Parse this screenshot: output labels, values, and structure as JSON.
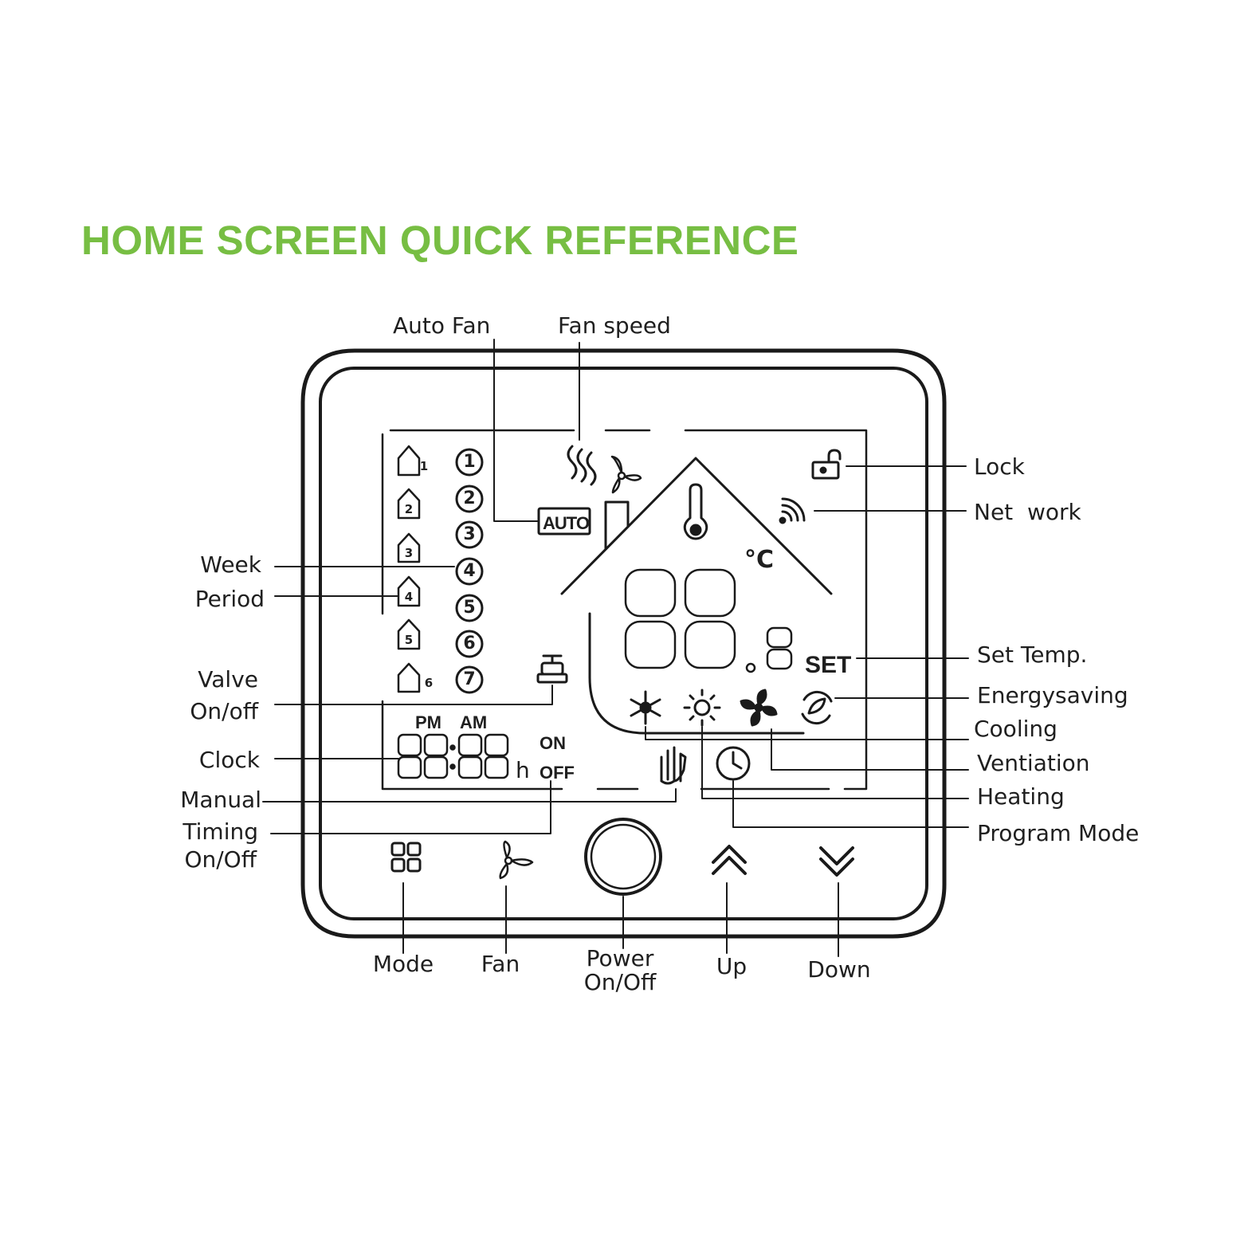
{
  "title": "HOME SCREEN QUICK REFERENCE",
  "colors": {
    "title": "#77be43",
    "ink": "#1a1a1a"
  },
  "labels": {
    "auto_fan": "Auto Fan",
    "fan_speed": "Fan speed",
    "lock": "Lock",
    "network": "Net  work",
    "week": "Week",
    "period": "Period",
    "valve": [
      "Valve",
      "On/off"
    ],
    "clock": "Clock",
    "manual": "Manual",
    "timing": [
      "Timing",
      "On/Off"
    ],
    "set_temp": "Set Temp.",
    "energysaving": "Energysaving",
    "cooling": "Cooling",
    "ventiation": "Ventiation",
    "heating": "Heating",
    "program_mode": "Program Mode",
    "mode": "Mode",
    "fan": "Fan",
    "power": [
      "Power",
      "On/Off"
    ],
    "up": "Up",
    "down": "Down"
  },
  "lcd": {
    "auto": "AUTO",
    "temp_digits": "88.8",
    "celsius": "°C",
    "set": "SET",
    "pm": "PM",
    "am": "AM",
    "clock_digits": "88:88",
    "hour_unit": "h",
    "on": "ON",
    "off": "OFF",
    "weekdays": [
      "1",
      "2",
      "3",
      "4",
      "5",
      "6",
      "7"
    ],
    "periods": [
      "1",
      "2",
      "3",
      "4",
      "5",
      "6"
    ]
  },
  "icons": {
    "lock": "padlock-icon",
    "network": "wifi-icon",
    "fan_speed": "heat-waves-icon",
    "fan": "fan-icon",
    "thermometer": "thermometer-icon",
    "valve": "valve-icon",
    "manual": "hand-icon",
    "program": "clock-icon",
    "cooling": "snowflake-icon",
    "heating": "sun-icon",
    "ventilation": "fan-blade-icon",
    "energy": "leaf-icon",
    "mode": "grid-icon",
    "power": "power-icon",
    "up": "chevron-up-icon",
    "down": "chevron-down-icon"
  }
}
